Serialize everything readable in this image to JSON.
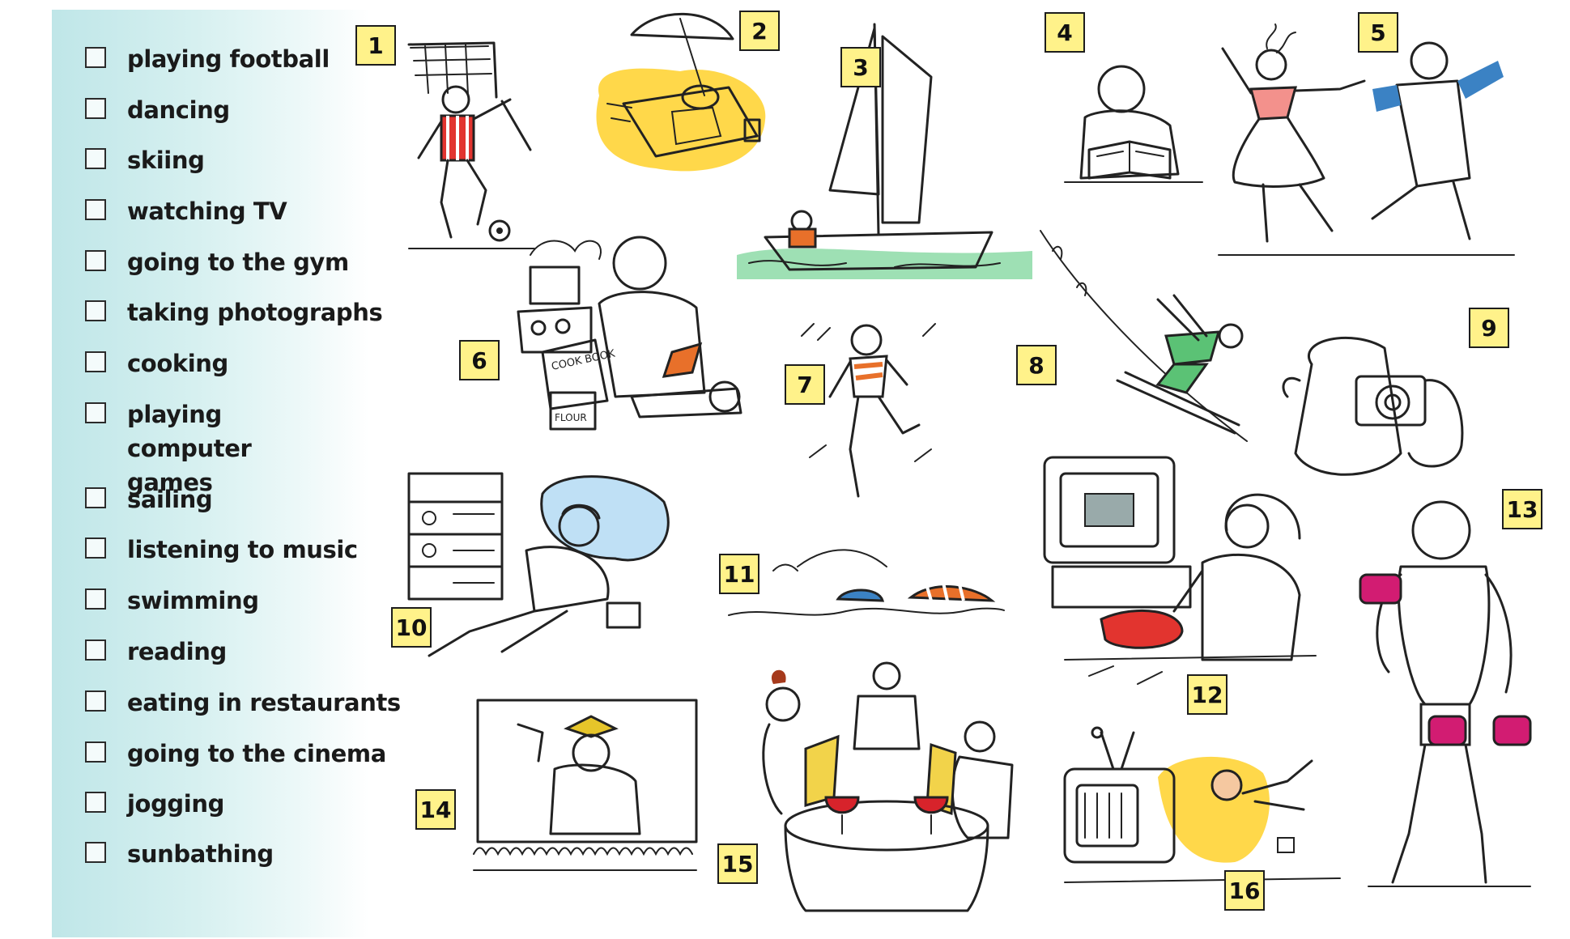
{
  "checklist": [
    {
      "label": "playing football"
    },
    {
      "label": "dancing"
    },
    {
      "label": "skiing"
    },
    {
      "label": "watching TV"
    },
    {
      "label": "going to the gym"
    },
    {
      "label": "taking photographs"
    },
    {
      "label": "cooking"
    },
    {
      "label": "playing computer games"
    },
    {
      "label": "sailing"
    },
    {
      "label": "listening to music"
    },
    {
      "label": "swimming"
    },
    {
      "label": "reading"
    },
    {
      "label": "eating in restaurants"
    },
    {
      "label": "going to the cinema"
    },
    {
      "label": "jogging"
    },
    {
      "label": "sunbathing"
    }
  ],
  "picture_numbers": [
    "1",
    "2",
    "3",
    "4",
    "5",
    "6",
    "7",
    "8",
    "9",
    "10",
    "11",
    "12",
    "13",
    "14",
    "15",
    "16"
  ],
  "illustrations": {
    "cook_book_text": "COOK BOOK",
    "flour_text": "FLOUR"
  },
  "colors": {
    "panel": "#cdeeee",
    "number_tag": "#fff28a",
    "sand": "#ffd84a",
    "sea": "#9ee0b4",
    "shirt_red": "#e2342f",
    "dumbbell": "#d21c72",
    "skier_green": "#5bc275",
    "pillow_blue": "#bfe0f5",
    "wine": "#d7232b",
    "hat": "#e6c52a"
  }
}
